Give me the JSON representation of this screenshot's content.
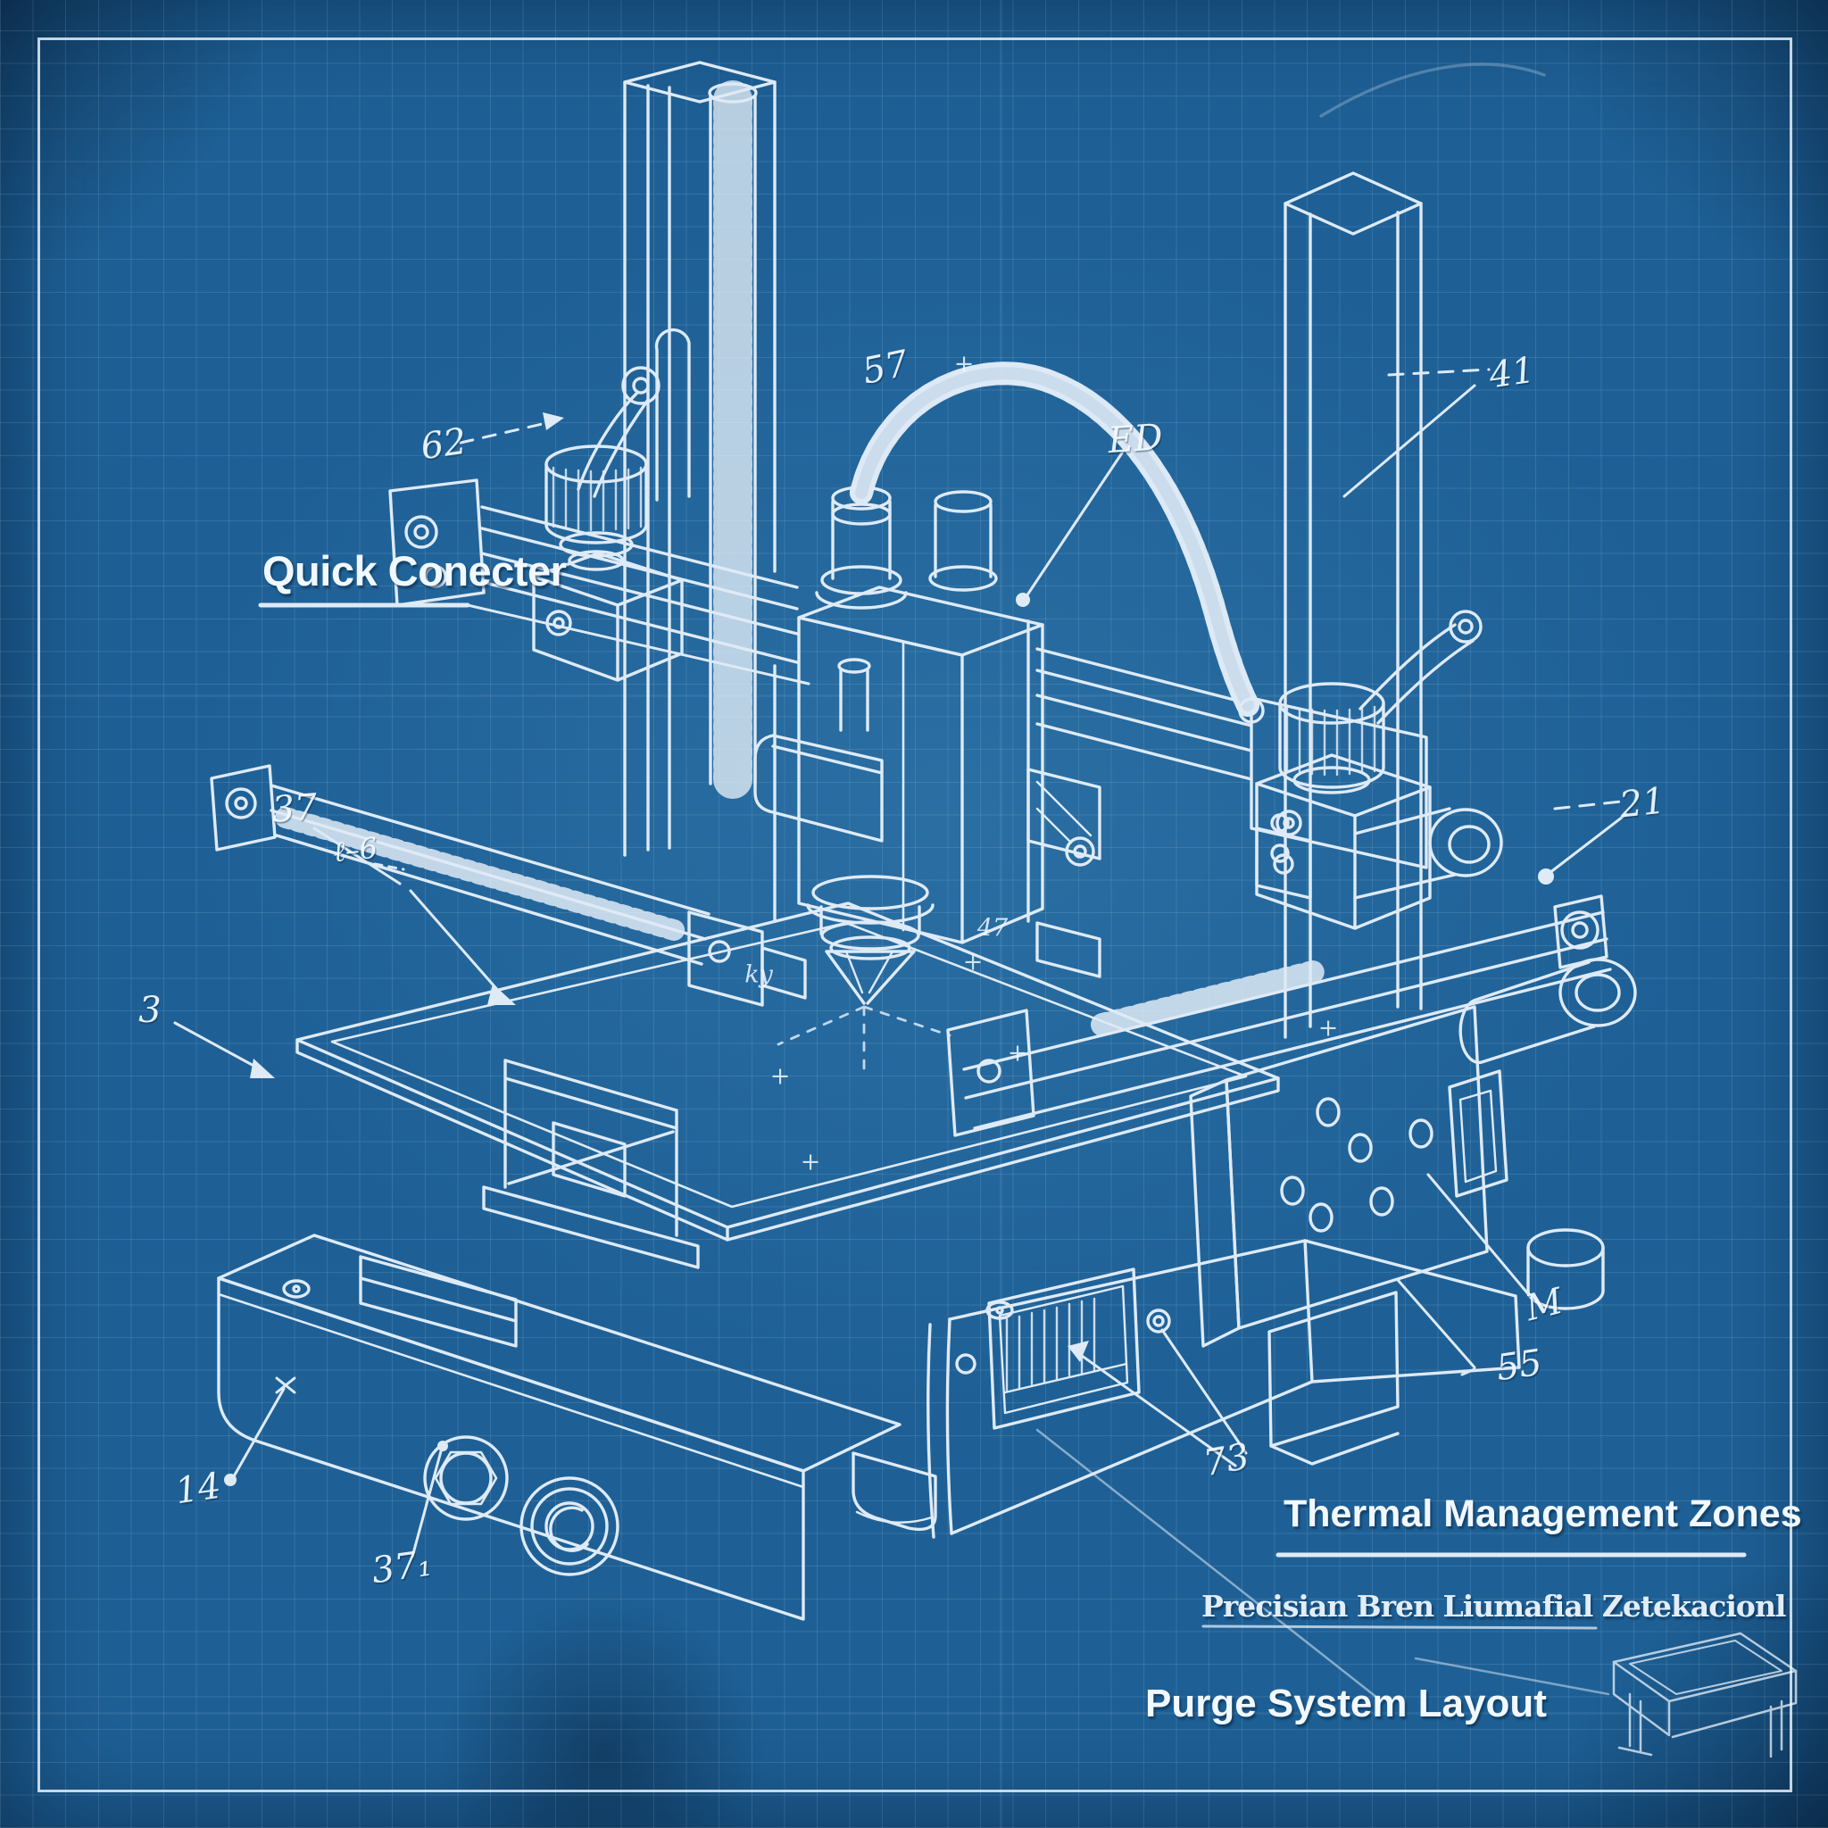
{
  "colors": {
    "paper": "#1e6096",
    "paper_light": "#3e86b8",
    "paper_dark": "#12426b",
    "ink": "#eef6fd"
  },
  "titles": {
    "quick_connector": "Quick Conecter",
    "thermal_zones": "Thermal Management Zones",
    "subtitle": "Precisian Bren Liumafial Zetekacionl",
    "purge_layout": "Purge System Layout"
  },
  "ref_numbers": [
    {
      "id": "62",
      "text": "62"
    },
    {
      "id": "57",
      "text": "57"
    },
    {
      "id": "ED",
      "text": "ED"
    },
    {
      "id": "41",
      "text": "41"
    },
    {
      "id": "37",
      "text": "37"
    },
    {
      "id": "L6",
      "text": "ℓ–6"
    },
    {
      "id": "3",
      "text": "3"
    },
    {
      "id": "21",
      "text": "21"
    },
    {
      "id": "M",
      "text": "M"
    },
    {
      "id": "55",
      "text": "55"
    },
    {
      "id": "73",
      "text": "73"
    },
    {
      "id": "14",
      "text": "14"
    },
    {
      "id": "371",
      "text": "37₁"
    }
  ],
  "bed_marks": [
    {
      "text": "+"
    },
    {
      "text": "+"
    },
    {
      "text": "+"
    },
    {
      "text": "+"
    },
    {
      "text": "+"
    },
    {
      "text": "47"
    },
    {
      "text": "ky"
    },
    {
      "text": "+"
    }
  ]
}
